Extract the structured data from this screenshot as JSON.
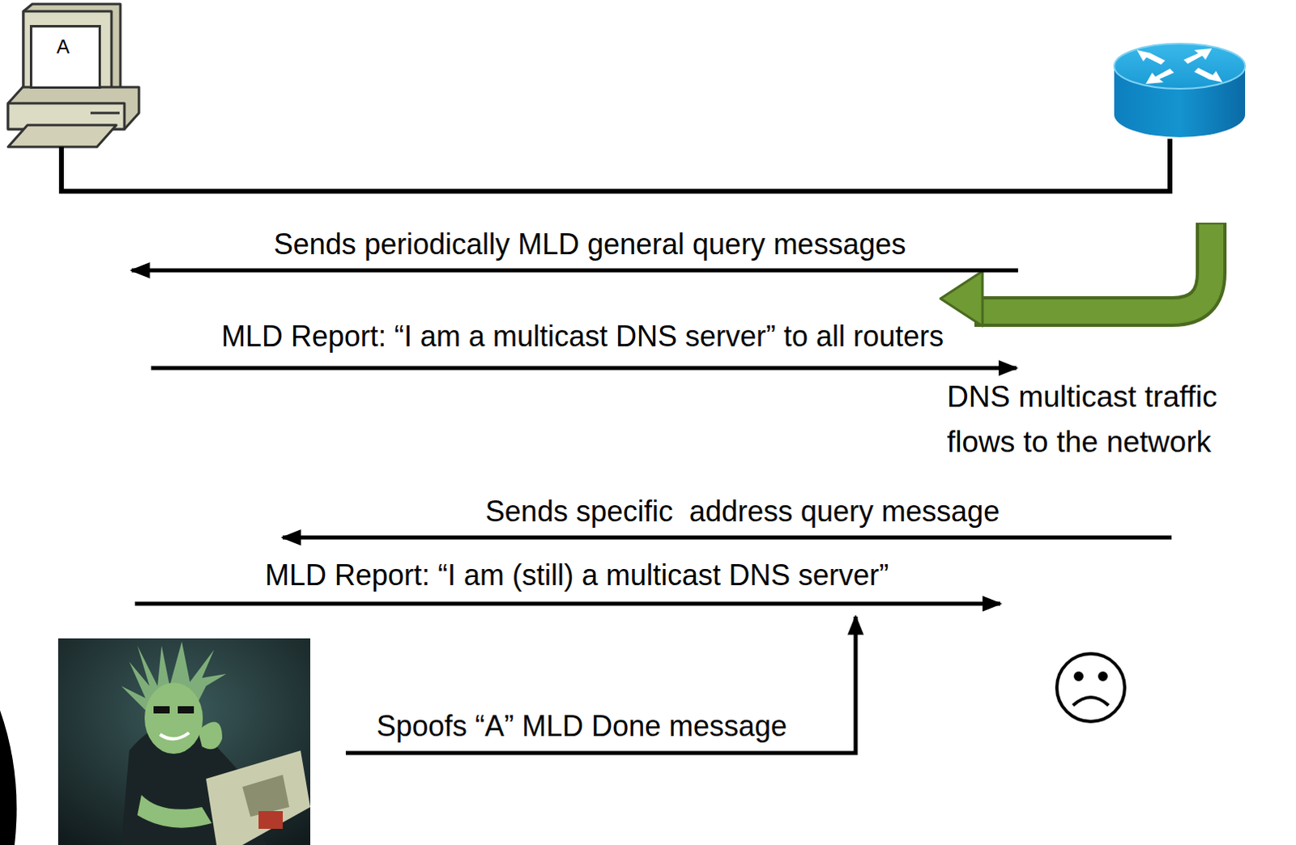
{
  "diagram": {
    "nodes": [
      {
        "text": [
          "A"
        ]
      }
    ],
    "labels": [
      "Sends periodically MLD general query messages",
      "MLD Report: “I am a multicast DNS server” to all routers",
      "DNS multicast traffic flows to the network",
      "Sends specific  address query message",
      "MLD Report: “I am (still) a multicast DNS server”",
      "Spoofs “A” MLD Done message"
    ]
  }
}
